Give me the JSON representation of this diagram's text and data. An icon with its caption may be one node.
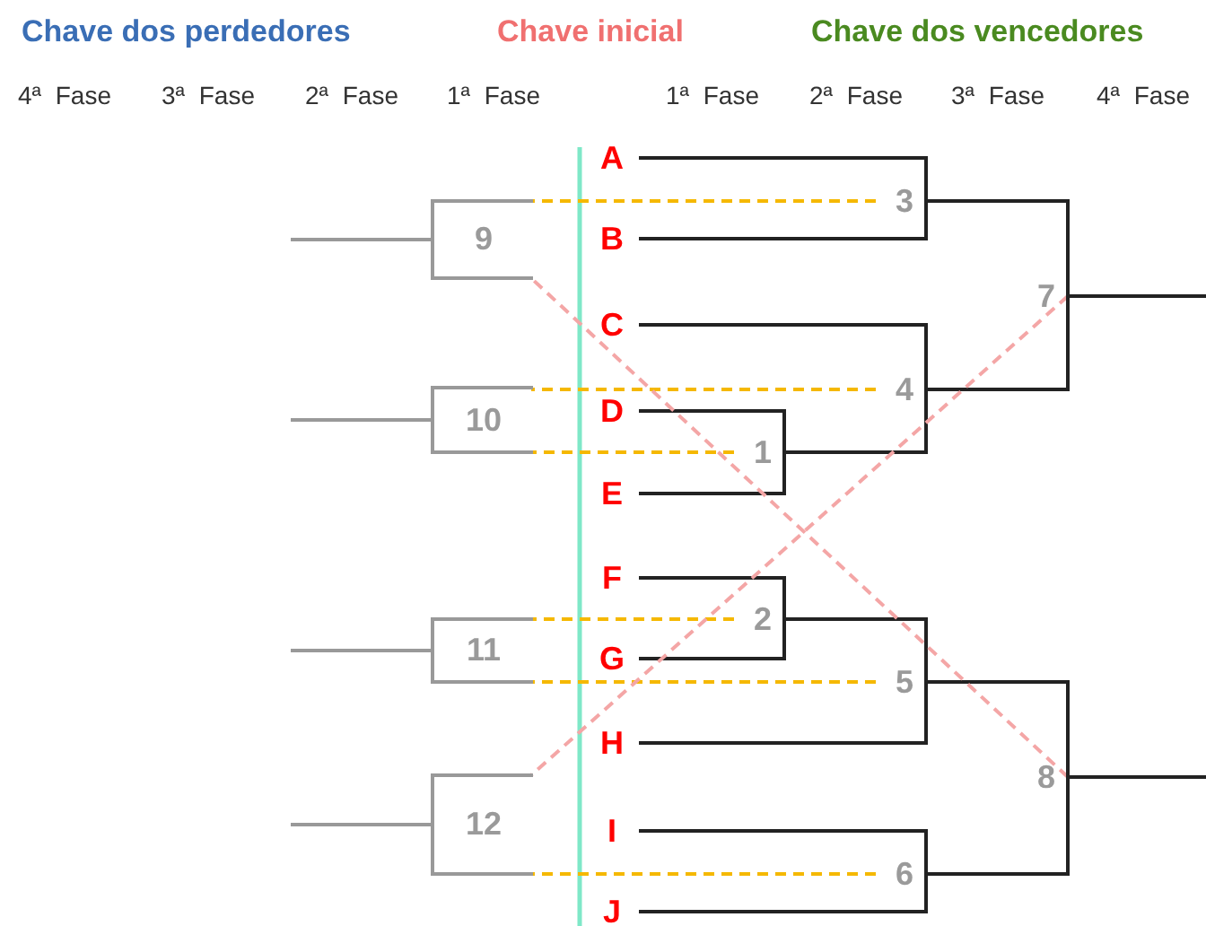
{
  "diagram": {
    "nodes": [
      {
        "text": [
          "A"
        ]
      },
      {
        "text": [
          "B"
        ]
      },
      {
        "text": [
          "C"
        ]
      },
      {
        "text": [
          "D"
        ]
      },
      {
        "text": [
          "E"
        ]
      },
      {
        "text": [
          "F"
        ]
      },
      {
        "text": [
          "G"
        ]
      },
      {
        "text": [
          "H"
        ]
      },
      {
        "text": [
          "I"
        ]
      },
      {
        "text": [
          "J"
        ]
      },
      {
        "text": [
          "1"
        ]
      },
      {
        "text": [
          "2"
        ]
      },
      {
        "text": [
          "3"
        ]
      },
      {
        "text": [
          "4"
        ]
      },
      {
        "text": [
          "5"
        ]
      },
      {
        "text": [
          "6"
        ]
      },
      {
        "text": [
          "7"
        ]
      },
      {
        "text": [
          "8"
        ]
      },
      {
        "text": [
          "9"
        ]
      },
      {
        "text": [
          "10"
        ]
      },
      {
        "text": [
          "11"
        ]
      },
      {
        "text": [
          "12"
        ]
      }
    ],
    "edges": [
      {
        "from": 0,
        "to": 12,
        "arrow": "none"
      },
      {
        "from": 1,
        "to": 12,
        "arrow": "none"
      },
      {
        "from": 3,
        "to": 10,
        "arrow": "none"
      },
      {
        "from": 4,
        "to": 10,
        "arrow": "none"
      },
      {
        "from": 10,
        "to": 13,
        "arrow": "none"
      },
      {
        "from": 2,
        "to": 13,
        "arrow": "none"
      },
      {
        "from": 5,
        "to": 11,
        "arrow": "none"
      },
      {
        "from": 6,
        "to": 11,
        "arrow": "none"
      },
      {
        "from": 11,
        "to": 14,
        "arrow": "none"
      },
      {
        "from": 7,
        "to": 14,
        "arrow": "none"
      },
      {
        "from": 8,
        "to": 15,
        "arrow": "none"
      },
      {
        "from": 9,
        "to": 15,
        "arrow": "none"
      },
      {
        "from": 12,
        "to": 16,
        "arrow": "none"
      },
      {
        "from": 13,
        "to": 16,
        "arrow": "none"
      },
      {
        "from": 14,
        "to": 17,
        "arrow": "none"
      },
      {
        "from": 15,
        "to": 17,
        "arrow": "none"
      },
      {
        "from": 16,
        "to": null,
        "arrow": "none"
      },
      {
        "from": 17,
        "to": null,
        "arrow": "none"
      },
      {
        "from": 12,
        "to": 18,
        "arrow": "none",
        "style": "dashed",
        "color": "#f5b800"
      },
      {
        "from": 13,
        "to": 19,
        "arrow": "none",
        "style": "dashed",
        "color": "#f5b800"
      },
      {
        "from": 10,
        "to": 19,
        "arrow": "none",
        "style": "dashed",
        "color": "#f5b800"
      },
      {
        "from": 11,
        "to": 20,
        "arrow": "none",
        "style": "dashed",
        "color": "#f5b800"
      },
      {
        "from": 14,
        "to": 20,
        "arrow": "none",
        "style": "dashed",
        "color": "#f5b800"
      },
      {
        "from": 15,
        "to": 21,
        "arrow": "none",
        "style": "dashed",
        "color": "#f5b800"
      },
      {
        "from": 17,
        "to": 18,
        "arrow": "none",
        "style": "dashed",
        "color": "#f4a6a6"
      },
      {
        "from": 16,
        "to": 21,
        "arrow": "none",
        "style": "dashed",
        "color": "#f4a6a6"
      },
      {
        "from": 18,
        "to": null,
        "arrow": "none",
        "color": "#999999"
      },
      {
        "from": 19,
        "to": null,
        "arrow": "none",
        "color": "#999999"
      },
      {
        "from": 20,
        "to": null,
        "arrow": "none",
        "color": "#999999"
      },
      {
        "from": 21,
        "to": null,
        "arrow": "none",
        "color": "#999999"
      }
    ],
    "labels": [
      "Chave dos perdedores",
      "Chave inicial",
      "Chave dos vencedores",
      "4ª Fase",
      "3ª Fase",
      "2ª Fase",
      "1ª Fase",
      "1ª Fase",
      "2ª Fase",
      "3ª Fase",
      "4ª Fase"
    ]
  }
}
